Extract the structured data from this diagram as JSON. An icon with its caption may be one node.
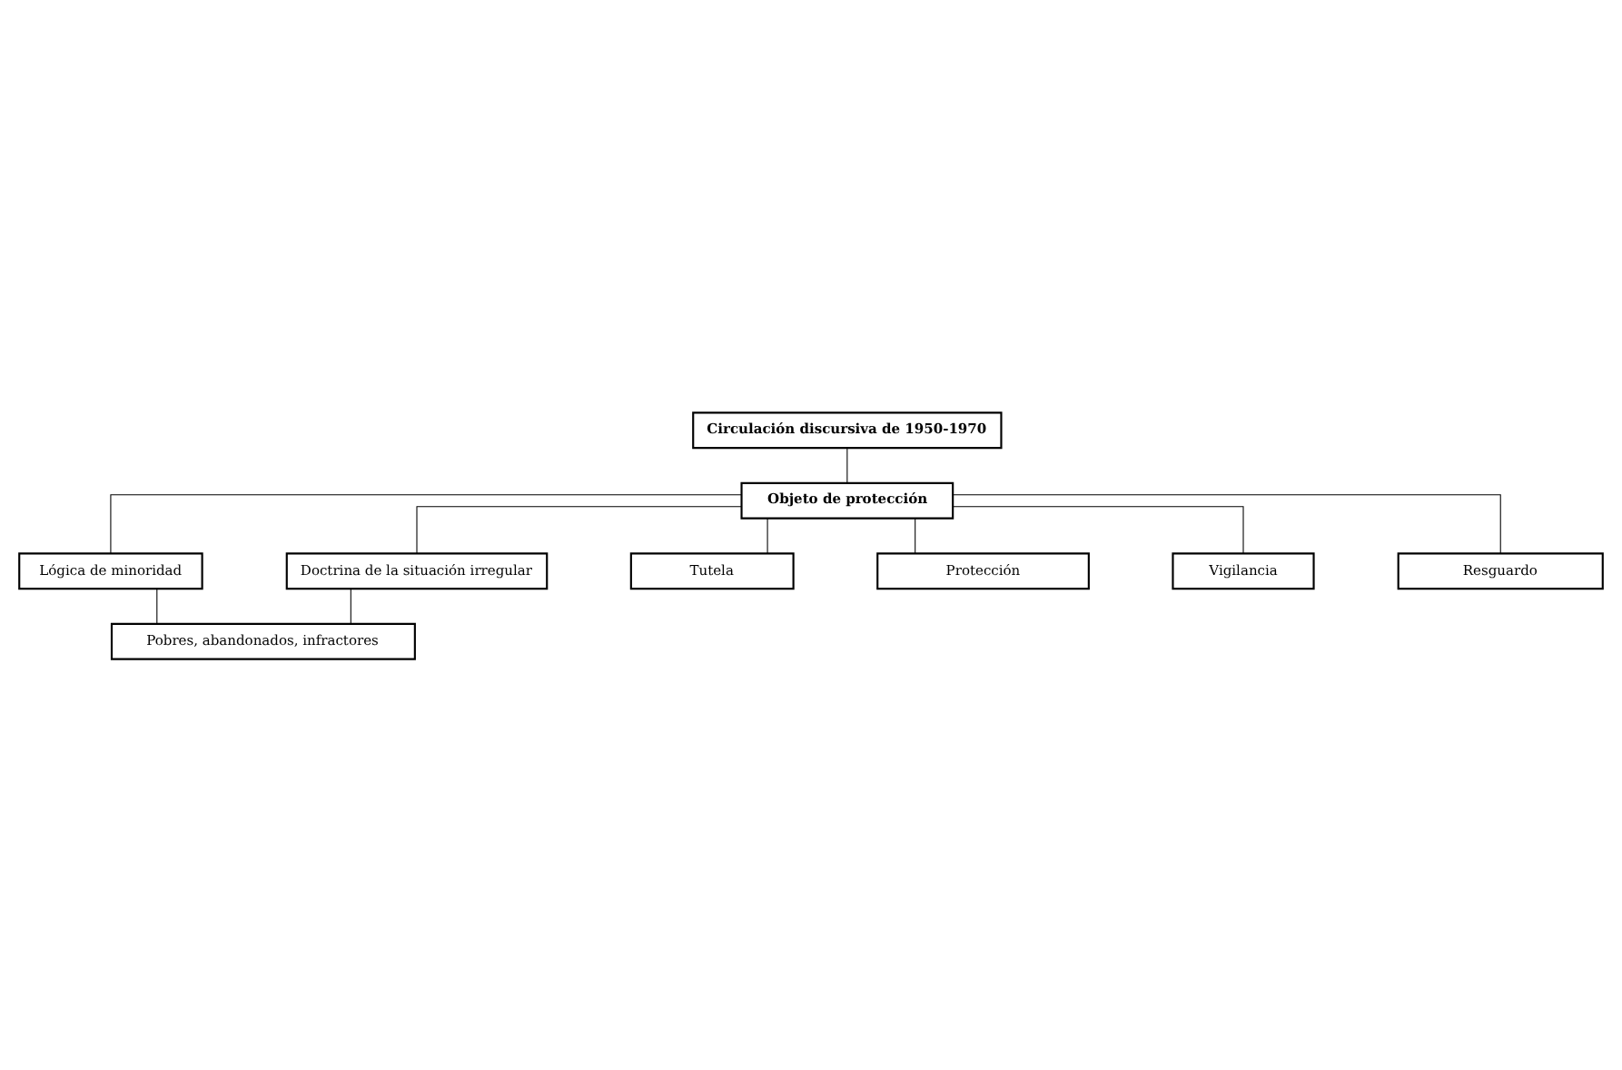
{
  "diagram": {
    "nodes": [
      {
        "text": [
          "Circulación discursiva de 1950-1970"
        ]
      },
      {
        "text": [
          "Objeto de protección"
        ]
      },
      {
        "text": [
          "Lógica de minoridad"
        ]
      },
      {
        "text": [
          "Doctrina de la situación irregular"
        ]
      },
      {
        "text": [
          "Tutela"
        ]
      },
      {
        "text": [
          "Protección"
        ]
      },
      {
        "text": [
          "Vigilancia"
        ]
      },
      {
        "text": [
          "Resguardo"
        ]
      },
      {
        "text": [
          "Pobres, abandonados, infractores"
        ]
      }
    ],
    "edges": [
      {
        "from": 0,
        "to": 1,
        "arrow": "none"
      },
      {
        "from": 1,
        "to": 2,
        "arrow": "none"
      },
      {
        "from": 1,
        "to": 3,
        "arrow": "none"
      },
      {
        "from": 1,
        "to": 4,
        "arrow": "none"
      },
      {
        "from": 1,
        "to": 5,
        "arrow": "none"
      },
      {
        "from": 1,
        "to": 6,
        "arrow": "none"
      },
      {
        "from": 1,
        "to": 7,
        "arrow": "none"
      },
      {
        "from": 2,
        "to": 8,
        "arrow": "none"
      },
      {
        "from": 3,
        "to": 8,
        "arrow": "none"
      }
    ]
  }
}
